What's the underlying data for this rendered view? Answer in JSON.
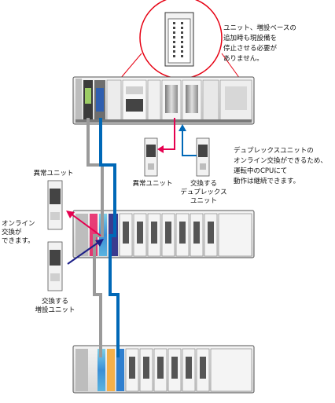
{
  "notes": {
    "top_right": "ユニット、増設ベースの\n追加時も現設備を\n停止させる必要が\nありません。",
    "middle_right": "デュプレックスユニットの\nオンライン交換ができるため、\n運転中のCPUにて\n動作は継続できます。"
  },
  "labels": {
    "abnormal_unit_top": "異常ユニット",
    "swap_duplex_unit": "交換する\nデュプレックス\nユニット",
    "abnormal_unit_left": "異常ユニット",
    "online_swap": "オンライン\n交換が\nできます。",
    "swap_expansion_unit": "交換する\n増設ユニット"
  },
  "colors": {
    "callout_circle": "#e60012",
    "blue_cable": "#0068b7",
    "gray_cable": "#9a9a9a",
    "red_arrow": "#e5004f",
    "navy_arrow": "#1d2088",
    "rack_dark": "#4d4d4d"
  }
}
